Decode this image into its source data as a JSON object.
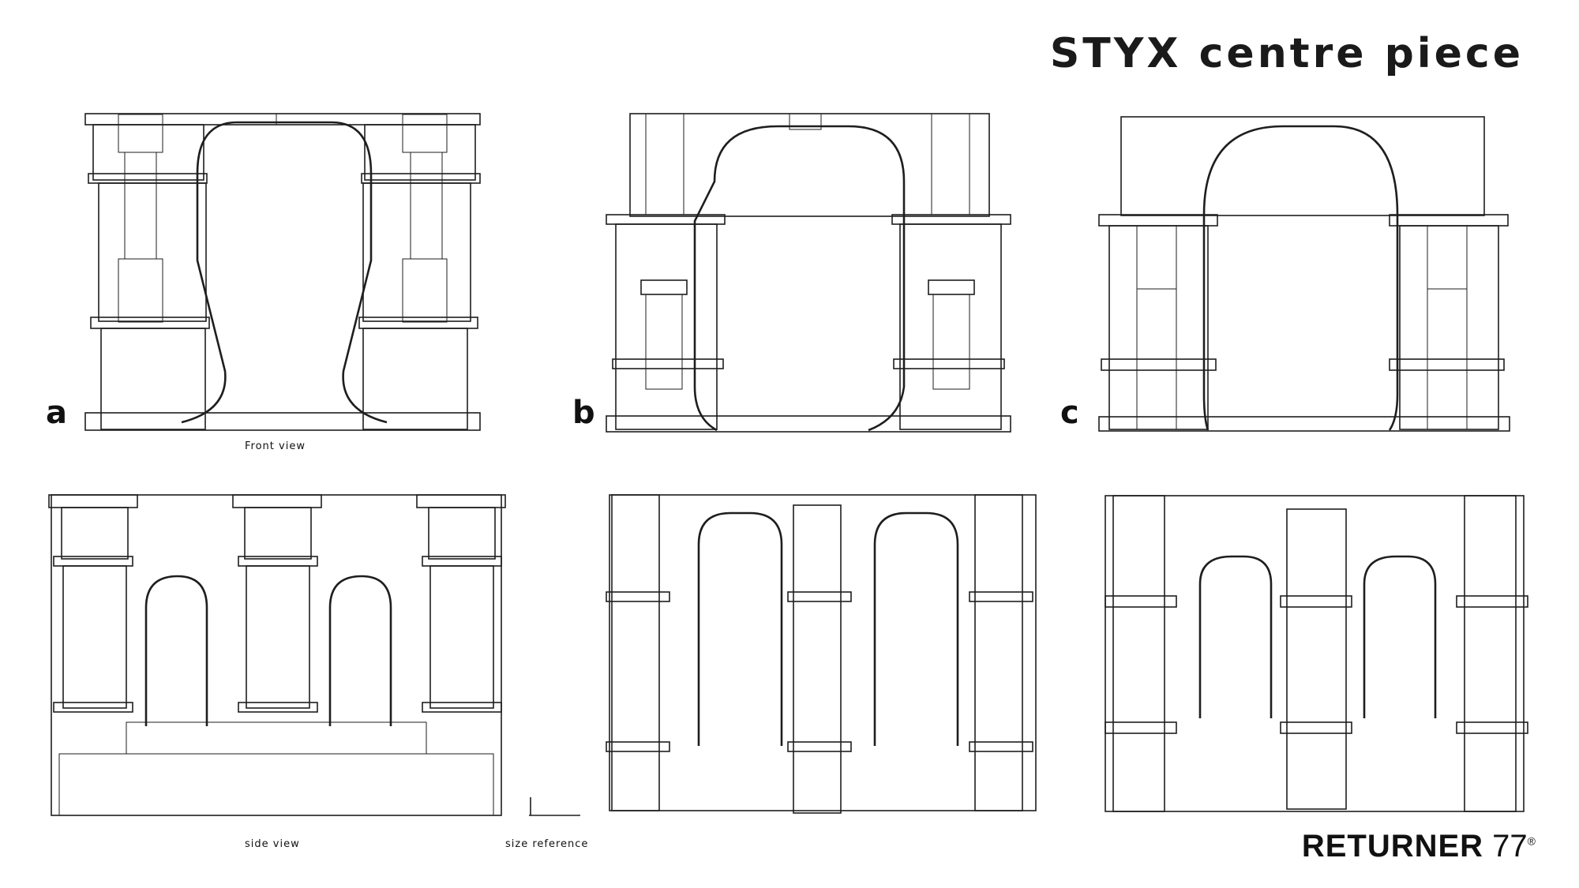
{
  "title": "STYX centre piece",
  "labels": {
    "front_view": "Front view",
    "side_view": "side view",
    "size_reference": "size reference"
  },
  "variants": [
    "a",
    "b",
    "c"
  ],
  "brand": {
    "name": "RETURNER",
    "number": "77",
    "mark": "®"
  }
}
